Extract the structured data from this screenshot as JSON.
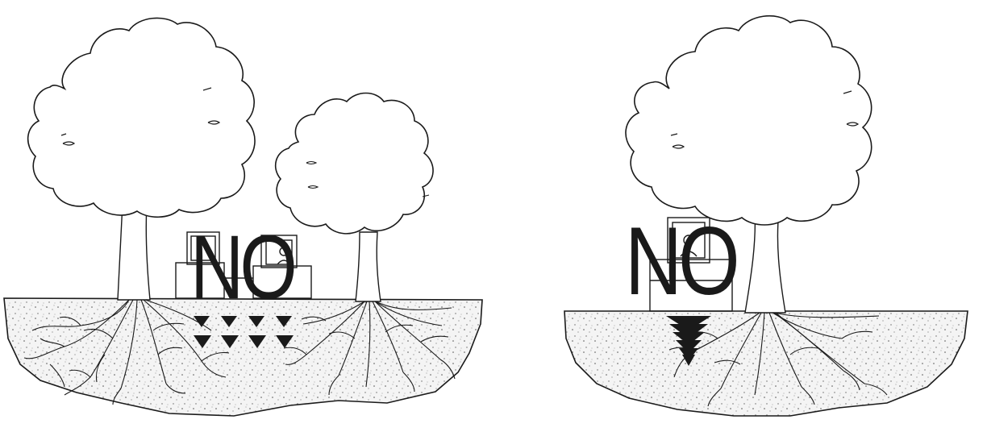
{
  "panels": [
    {
      "id": "left",
      "label": "NO"
    },
    {
      "id": "right",
      "label": "NO"
    }
  ],
  "colors": {
    "ink": "#1a1a1a",
    "soil_fill": "#f1f1f1",
    "background": "#ffffff"
  },
  "icons": [
    "tree-icon",
    "vehicle-icon",
    "compaction-arrow-icon",
    "root-system-icon"
  ]
}
